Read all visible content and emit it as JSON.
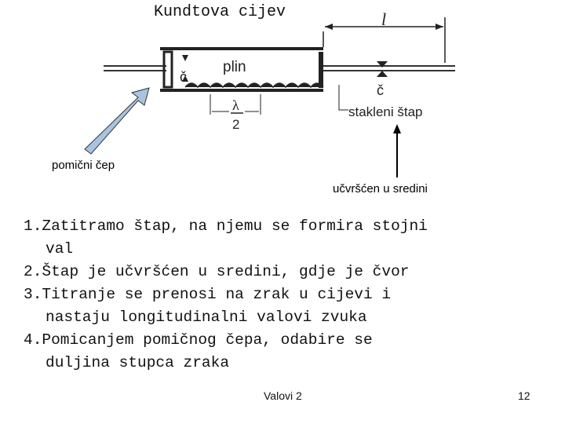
{
  "slide": {
    "title": "Kundtova cijev",
    "footer_title": "Valovi 2",
    "page_number": "12"
  },
  "diagram": {
    "gas_label": "plin",
    "length_label": "l",
    "node_label_left": "č",
    "node_label_right": "č",
    "wavelength_numerator": "λ",
    "wavelength_denominator": "2",
    "rod_label": "stakleni štap",
    "piston_label": "pomični čep",
    "fixed_label": "učvršćen u sredini",
    "arrow_color": "#a8c4e0"
  },
  "steps": [
    {
      "first": "1.Zatitramo štap, na njemu se formira stojni",
      "rest": "val"
    },
    {
      "first": "2.Štap je učvršćen u sredini, gdje je čvor",
      "rest": ""
    },
    {
      "first": "3.Titranje se prenosi na zrak u cijevi i",
      "rest": "nastaju longitudinalni valovi zvuka"
    },
    {
      "first": "4.Pomicanjem pomičnog čepa, odabire se",
      "rest": "duljina stupca zraka"
    }
  ]
}
